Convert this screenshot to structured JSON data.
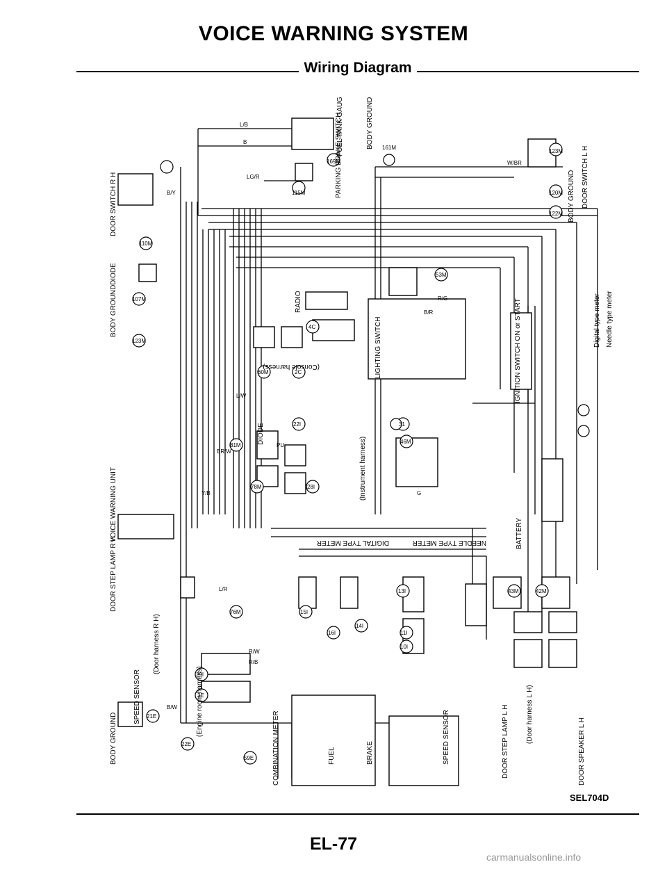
{
  "header": {
    "title": "VOICE WARNING SYSTEM",
    "subtitle": "Wiring Diagram"
  },
  "components": {
    "fuel_tank": "FUEL TANK GAUGE UNIT",
    "body_ground_top": "BODY GROUND",
    "door_switch_rh": "DOOR SWITCH R H",
    "door_switch_lh": "DOOR SWITCH L H",
    "parking_brake": "PARKING BRAKE SWITCH",
    "body_ground_right": "BODY GROUND",
    "diode_left": "DIODE",
    "body_ground_left": "BODY GROUND",
    "radio": "RADIO",
    "lighting_switch": "LIGHTING SWITCH",
    "ignition_switch": "IGNITION SWITCH ON or START",
    "diode_center": "DIODE",
    "voice_warning_unit": "VOICE WARNING UNIT",
    "digital_meter": "DIGITAL TYPE METER",
    "needle_meter": "NEEDLE TYPE METER",
    "battery": "BATTERY",
    "door_step_lamp_rh": "DOOR STEP LAMP R H",
    "speed_sensor": "SPEED SENSOR",
    "body_ground_bottom": "BODY GROUND",
    "combination_meter": "COMBINATION METER",
    "door_step_lamp_lh": "DOOR STEP LAMP L H",
    "door_speaker_lh": "DOOR SPEAKER L H",
    "fuel_label": "FUEL",
    "brake_label": "BRAKE",
    "speed_sensor_label": "SPEED SENSOR"
  },
  "legend": {
    "d": "Digital type meter",
    "n": "Needle type meter"
  },
  "connectors": [
    "161M",
    "169M",
    "115M",
    "123M",
    "120M",
    "122M",
    "110M",
    "107M",
    "123M",
    "53M",
    "4C",
    "60M",
    "2C",
    "22I",
    "31",
    "46M",
    "81M",
    "78M",
    "28I",
    "76M",
    "13I",
    "11I",
    "10I",
    "43M",
    "42M",
    "15I",
    "16I",
    "14I",
    "29I",
    "3E",
    "21E",
    "22E",
    "59E"
  ],
  "wires": [
    "L/B",
    "B",
    "LG/R",
    "B/Y",
    "W/BR",
    "R/G",
    "L/W",
    "B/R",
    "Y/B",
    "BR/W",
    "PU",
    "G",
    "R/W",
    "L/R",
    "R/B",
    "B/W"
  ],
  "annotations": {
    "harness_console": "(Console harness)",
    "instrument_harness": "(Instrument harness)",
    "door_harness_rh": "(Door harness R H)",
    "door_harness_lh": "(Door harness L H)",
    "engine_room": "(Engine room harness)"
  },
  "footer": {
    "code": "SEL704D",
    "page": "EL-77"
  },
  "watermark": "carmanualsonline.info"
}
